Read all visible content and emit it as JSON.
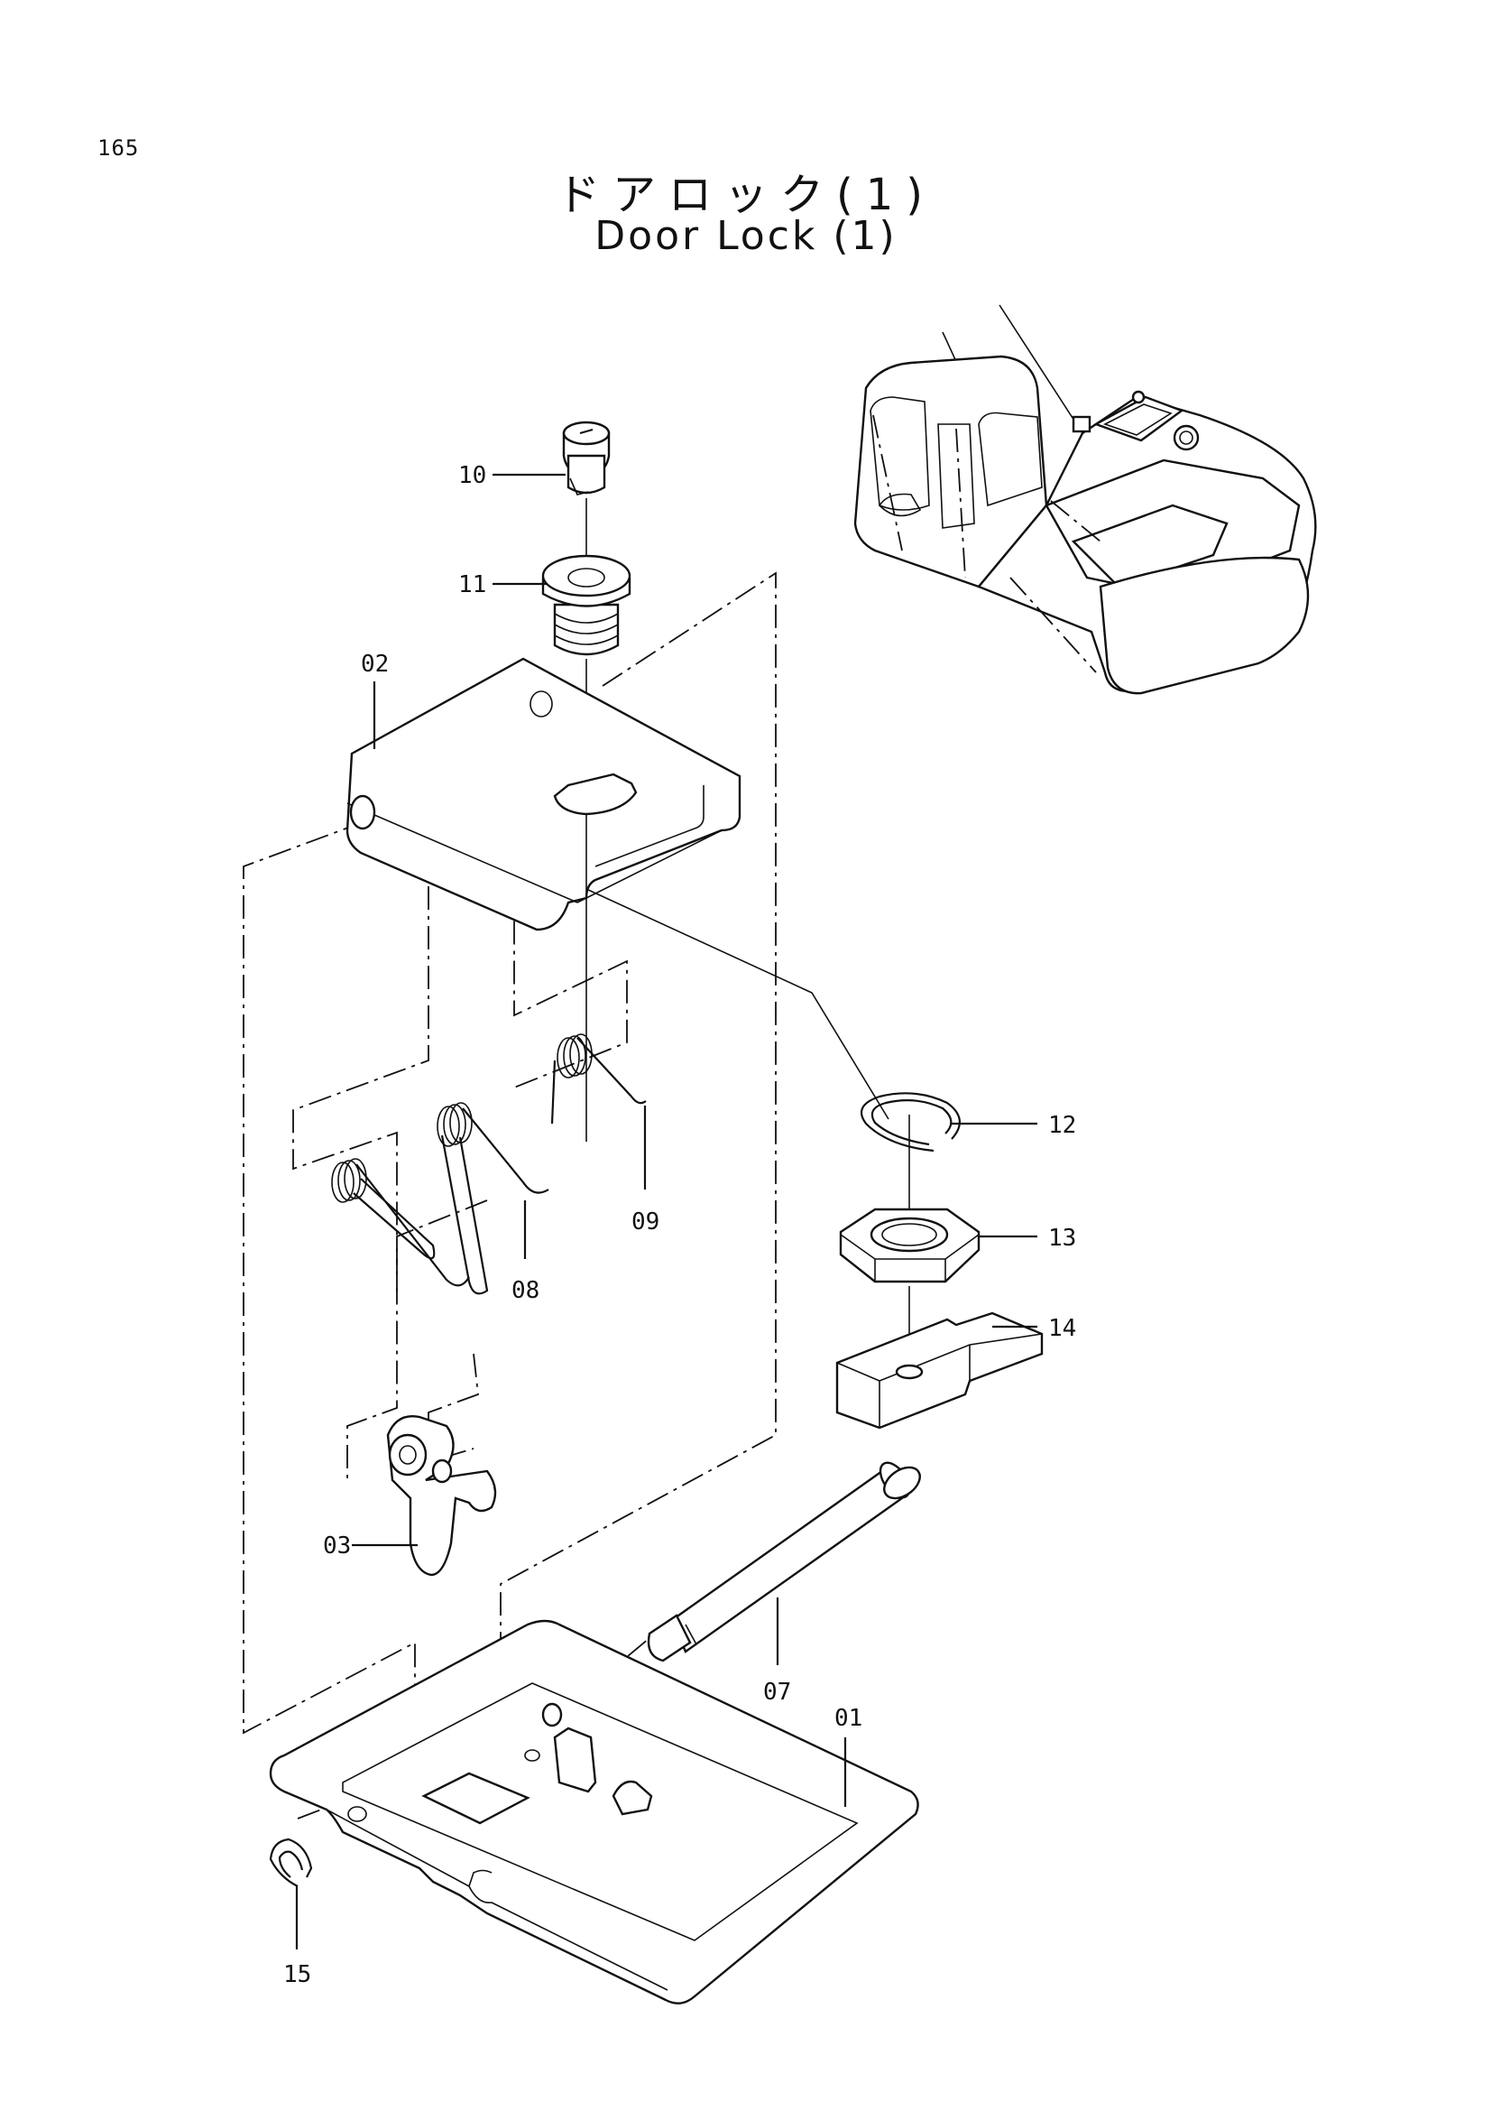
{
  "page": {
    "number": "165",
    "title_jp": "ドアロック(1)",
    "title_en": "Door Lock (1)"
  },
  "callouts": {
    "p01": "01",
    "p02": "02",
    "p03": "03",
    "p07": "07",
    "p08": "08",
    "p09": "09",
    "p10": "10",
    "p11": "11",
    "p12": "12",
    "p13": "13",
    "p14": "14",
    "p15": "15"
  }
}
